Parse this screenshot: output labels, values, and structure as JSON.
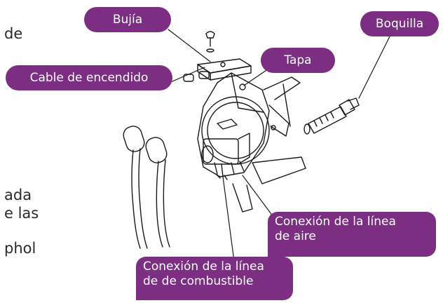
{
  "background_text": [
    "de",
    "ada",
    "e las",
    "phol"
  ],
  "labels": {
    "bujia": "Bujía",
    "boquilla": "Boquilla",
    "tapa": "Tapa",
    "cable": "Cable de encendido",
    "aire": [
      "Conexión de la línea",
      "de aire"
    ],
    "combustible": [
      "Conexión de la línea",
      "de de combustible"
    ]
  },
  "colors": {
    "callout": "#7b2e82",
    "line": "#1a1a1a"
  }
}
